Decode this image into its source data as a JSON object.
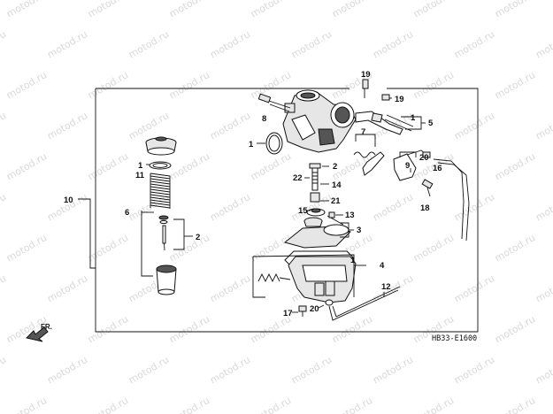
{
  "watermark": {
    "text": "motod.ru",
    "color": "#d9d9d9"
  },
  "diagram": {
    "code": "HB33-E1600",
    "direction_label": "FR.",
    "callouts": [
      {
        "id": "c19a",
        "label": "19"
      },
      {
        "id": "c19b",
        "label": "19"
      },
      {
        "id": "c8",
        "label": "8"
      },
      {
        "id": "c1a",
        "label": "1"
      },
      {
        "id": "c5",
        "label": "5"
      },
      {
        "id": "c1b",
        "label": "1"
      },
      {
        "id": "c7",
        "label": "7"
      },
      {
        "id": "c2a",
        "label": "2"
      },
      {
        "id": "c20a",
        "label": "20"
      },
      {
        "id": "c16",
        "label": "16"
      },
      {
        "id": "c9",
        "label": "9"
      },
      {
        "id": "c1c",
        "label": "1"
      },
      {
        "id": "c11",
        "label": "11"
      },
      {
        "id": "c22",
        "label": "22"
      },
      {
        "id": "c14",
        "label": "14"
      },
      {
        "id": "c18",
        "label": "18"
      },
      {
        "id": "c10",
        "label": "10"
      },
      {
        "id": "c21",
        "label": "21"
      },
      {
        "id": "c15",
        "label": "15"
      },
      {
        "id": "c13",
        "label": "13"
      },
      {
        "id": "c6",
        "label": "6"
      },
      {
        "id": "c3",
        "label": "3"
      },
      {
        "id": "c2b",
        "label": "2"
      },
      {
        "id": "c1d",
        "label": "1"
      },
      {
        "id": "c4",
        "label": "4"
      },
      {
        "id": "c12",
        "label": "12"
      },
      {
        "id": "c17",
        "label": "17"
      },
      {
        "id": "c20b",
        "label": "20"
      }
    ]
  }
}
